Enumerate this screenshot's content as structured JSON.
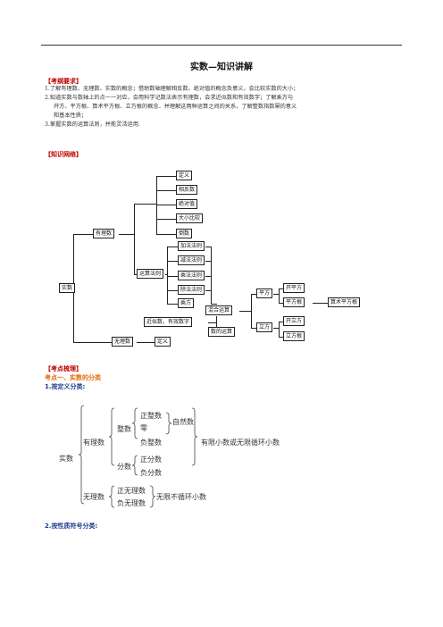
{
  "title": "实数—知识讲解",
  "requirements": {
    "heading": "【考纲要求】",
    "items": [
      "1.了解有理数、无理数、实数的概念；借助数轴理解相反数、绝对值的概念及意义，会比较实数的大小；",
      "2.知道实数与数轴上的点一一对应，会用科学记数法表示有理数，会求近似数和有效数字；了解乘方与",
      "开方、平方根、算术平方根、立方根的概念．并理解这两种运算之间的关系，了解整数指数幂的意义",
      "和基本性质；",
      "3.掌握实数的运算法则，并能灵活运用."
    ]
  },
  "network": {
    "heading": "【知识网络】",
    "nodes": {
      "real": "实数",
      "rational": "有理数",
      "irrational": "无理数",
      "def1": "定义",
      "opposite": "相反数",
      "absolute": "绝对值",
      "compare": "大小比较",
      "reciprocal": "倒数",
      "rules": "运算法则",
      "add": "加法法则",
      "sub": "减法法则",
      "mul": "乘法法则",
      "div": "除法法则",
      "power": "乘方",
      "mixed": "混合运算",
      "ops": "数的运算",
      "approx": "近似数，有效数字",
      "def2": "定义",
      "square": "平方",
      "cube": "立方",
      "sqrt_op": "开平方",
      "sqrt_root": "平方根",
      "arith_sqrt": "算术平方根",
      "cbrt_op": "开立方",
      "cbrt_root": "立方根"
    }
  },
  "key_points": {
    "heading": "【考点梳理】",
    "point1": "考点一、实数的分类",
    "sub1": "1.按定义分类:",
    "sub2": "2.按性质符号分类:"
  },
  "classification": {
    "real": "实数",
    "rational": "有理数",
    "integer": "整数",
    "pos_int": "正整数",
    "zero": "零",
    "natural": "自然数",
    "neg_int": "负整数",
    "fraction": "分数",
    "pos_frac": "正分数",
    "neg_frac": "负分数",
    "finite_note": "有限小数或无限循环小数",
    "irrational": "无理数",
    "pos_irr": "正无理数",
    "neg_irr": "负无理数",
    "infinite_note": "无限不循环小数"
  }
}
